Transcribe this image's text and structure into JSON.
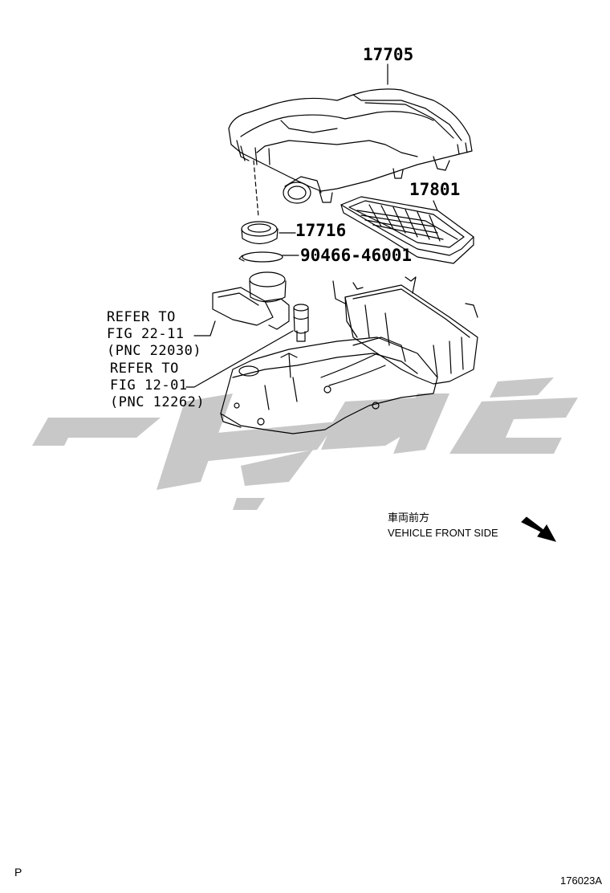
{
  "labels": {
    "air_cleaner_cap": "17705",
    "air_filter_element": "17801",
    "hose_clamp_seal": "17716",
    "clip": "90466-46001"
  },
  "references": [
    {
      "line1": "REFER TO",
      "line2": "FIG 22-11",
      "line3": "(PNC 22030)"
    },
    {
      "line1": "REFER TO",
      "line2": "FIG 12-01",
      "line3": "(PNC 12262)"
    }
  ],
  "orientation": {
    "japanese": "車両前方",
    "english": "VEHICLE FRONT SIDE"
  },
  "corner": {
    "bottom_left": "P",
    "bottom_right": "176023A"
  },
  "colors": {
    "line": "#000000",
    "watermark": "#c8c8c8",
    "background": "#ffffff"
  }
}
